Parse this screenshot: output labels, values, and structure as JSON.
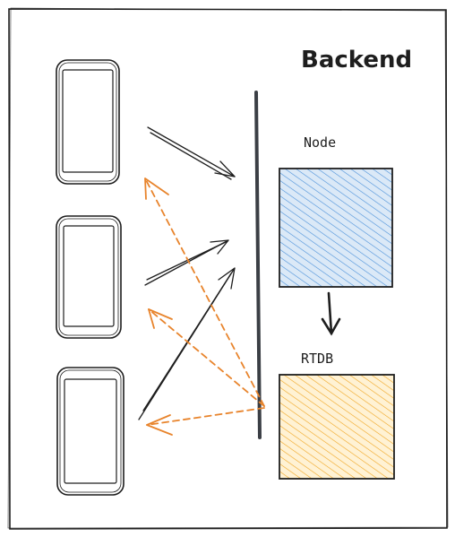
{
  "diagram": {
    "title": "Backend",
    "nodes": {
      "node": {
        "label": "Node",
        "fill": "#a5c8ec",
        "hatch": "#4a90d9"
      },
      "rtdb": {
        "label": "RTDB",
        "fill": "#ffe2a6",
        "hatch": "#f0a520"
      }
    },
    "clients": [
      "phone-1",
      "phone-2",
      "phone-3"
    ],
    "colors": {
      "stroke": "#1e1e1e",
      "divider": "#3b3f45",
      "dashed_arrow": "#e8842c"
    }
  }
}
